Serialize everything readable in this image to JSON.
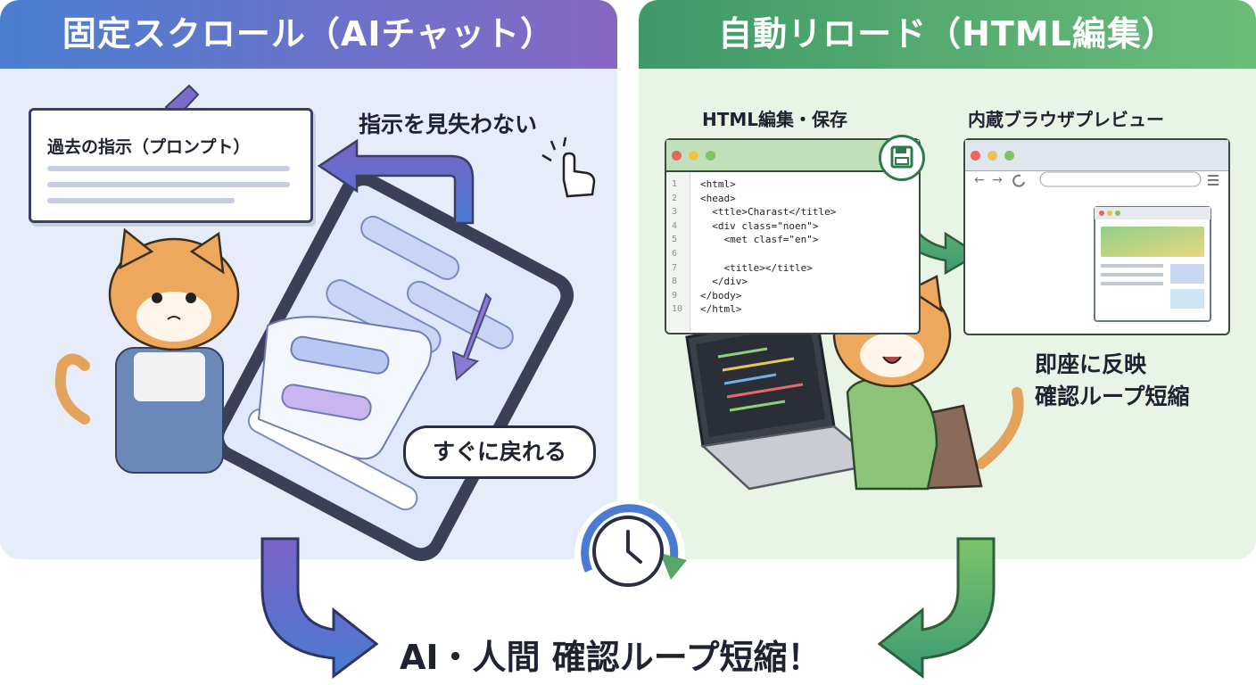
{
  "left_panel": {
    "title": "固定スクロール（AIチャット）",
    "prompt_card_title": "過去の指示（プロンプト）",
    "lost_label": "指示を見失わない",
    "return_label": "すぐに戻れる"
  },
  "right_panel": {
    "title": "自動リロード（HTML編集）",
    "edit_label": "HTML編集・保存",
    "preview_label": "内蔵ブラウザプレビュー",
    "reflect_label_line1": "即座に反映",
    "reflect_label_line2": "確認ループ短縮",
    "code_lines": [
      {
        "n": "1",
        "text": "<html>"
      },
      {
        "n": "2",
        "text": "<head>"
      },
      {
        "n": "3",
        "text": "  <ttle>Charast</title>"
      },
      {
        "n": "4",
        "text": "  <div class=\"noen\">"
      },
      {
        "n": "5",
        "text": "    <met clasf=\"en\">"
      },
      {
        "n": "6",
        "text": ""
      },
      {
        "n": "7",
        "text": "    <title></title>"
      },
      {
        "n": "8",
        "text": "  </div>"
      },
      {
        "n": "9",
        "text": "</body>"
      },
      {
        "n": "10",
        "text": "</html>"
      }
    ]
  },
  "bottom_label": "AI・人間 確認ループ短縮！",
  "icons": [
    "pushpin-icon",
    "cursor-hand-icon",
    "save-icon",
    "refresh-icon",
    "clock-cycle-icon",
    "loading-spinner-icon"
  ],
  "colors": {
    "left_accent": "#6f6cc8",
    "right_accent": "#4da565",
    "left_bg": "#e6ecf8",
    "right_bg": "#e7f4e6"
  }
}
